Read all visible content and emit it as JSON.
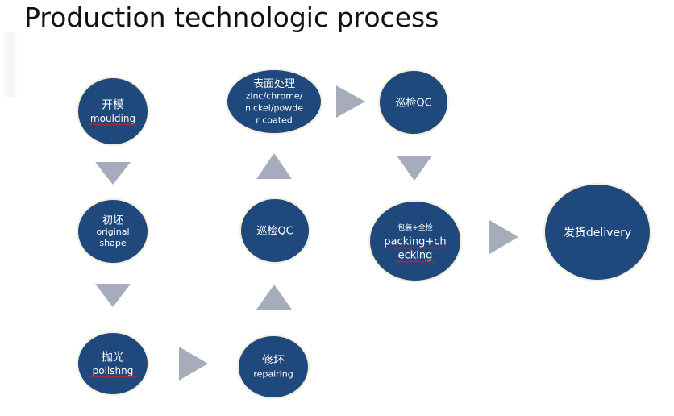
{
  "title": "Production technologic process",
  "colors": {
    "node_fill": "#1F487C",
    "node_border": "#F2EEDC",
    "arrow_fill": "#A7ACBC",
    "text": "#FFFFFF",
    "spellcheck": "#D02020"
  },
  "nodes": [
    {
      "id": "moulding",
      "lines": [
        "开模",
        "moulding"
      ],
      "spellcheck_lines": [
        1
      ]
    },
    {
      "id": "original-shape",
      "lines": [
        "初坯",
        "original",
        "shape"
      ],
      "spellcheck_lines": []
    },
    {
      "id": "polishing",
      "lines": [
        "抛光",
        "polishng"
      ],
      "spellcheck_lines": [
        1
      ]
    },
    {
      "id": "repairing",
      "lines": [
        "修坯",
        "repairing"
      ],
      "spellcheck_lines": []
    },
    {
      "id": "qc-middle",
      "lines": [
        "巡检QC"
      ],
      "spellcheck_lines": []
    },
    {
      "id": "surface-treatment",
      "lines": [
        "表面处理",
        "zinc/chrome/",
        "nickel/powde",
        "r coated"
      ],
      "spellcheck_lines": []
    },
    {
      "id": "qc-top",
      "lines": [
        "巡检QC"
      ],
      "spellcheck_lines": []
    },
    {
      "id": "packing-checking",
      "lines": [
        "包装+全检",
        "packing+ch",
        "ecking"
      ],
      "spellcheck_lines": [
        1,
        2
      ]
    },
    {
      "id": "delivery",
      "lines": [
        "发货delivery"
      ],
      "spellcheck_lines": []
    }
  ],
  "arrows": [
    {
      "from": "moulding",
      "to": "original-shape",
      "direction": "down"
    },
    {
      "from": "original-shape",
      "to": "polishing",
      "direction": "down"
    },
    {
      "from": "polishing",
      "to": "repairing",
      "direction": "right"
    },
    {
      "from": "repairing",
      "to": "qc-middle",
      "direction": "up"
    },
    {
      "from": "qc-middle",
      "to": "surface-treatment",
      "direction": "up"
    },
    {
      "from": "surface-treatment",
      "to": "qc-top",
      "direction": "right"
    },
    {
      "from": "qc-top",
      "to": "packing-checking",
      "direction": "down"
    },
    {
      "from": "packing-checking",
      "to": "delivery",
      "direction": "right"
    }
  ]
}
